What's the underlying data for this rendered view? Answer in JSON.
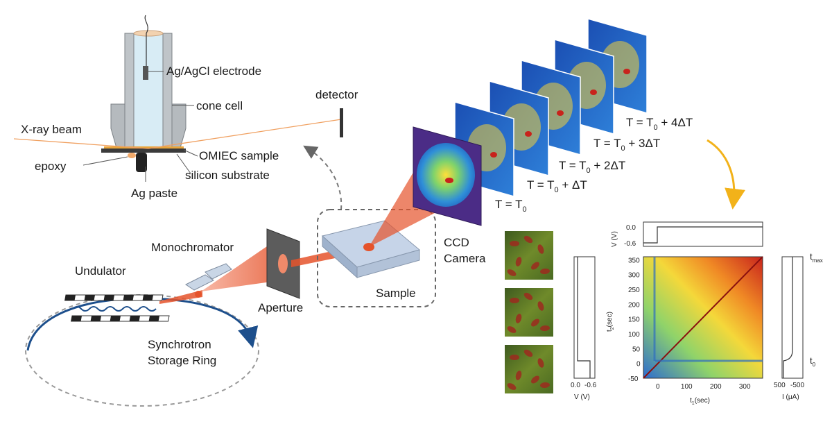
{
  "setup": {
    "electrode": "Ag/AgCl electrode",
    "cone_cell": "cone cell",
    "xray_beam": "X-ray beam",
    "detector": "detector",
    "omiec_sample": "OMIEC sample",
    "epoxy": "epoxy",
    "silicon_substrate": "silicon substrate",
    "ag_paste": "Ag paste"
  },
  "beamline": {
    "monochromator": "Monochromator",
    "undulator": "Undulator",
    "aperture": "Aperture",
    "sample": "Sample",
    "ring_line1": "Synchrotron",
    "ring_line2": "Storage Ring",
    "ccd_line1": "CCD",
    "ccd_line2": "Camera"
  },
  "frames": [
    {
      "label": "T = T",
      "sub": "0",
      "suffix": ""
    },
    {
      "label": "T = T",
      "sub": "0",
      "suffix": " + ΔT"
    },
    {
      "label": "T = T",
      "sub": "0",
      "suffix": " + 2ΔT"
    },
    {
      "label": "T = T",
      "sub": "0",
      "suffix": " + 3ΔT"
    },
    {
      "label": "T = T",
      "sub": "0",
      "suffix": " + 4ΔT"
    }
  ],
  "plots": {
    "v_top": {
      "ylabel": "V (V)",
      "ticks": [
        "0.0",
        "-0.6"
      ]
    },
    "v_side": {
      "xlabel": "V (V)",
      "ticks": [
        "0.0",
        "-0.6"
      ]
    },
    "i_side": {
      "xlabel": "I (μA)",
      "ticks": [
        "500",
        "-500"
      ]
    },
    "heatmap": {
      "xlabel": "t",
      "xlabel_sub": "1",
      "xlabel_unit": "(sec)",
      "ylabel": "t",
      "ylabel_sub": "2",
      "ylabel_unit": "(sec)",
      "x_ticks": [
        "0",
        "100",
        "200",
        "300"
      ],
      "y_ticks": [
        "350",
        "300",
        "250",
        "200",
        "150",
        "100",
        "50",
        "0",
        "-50"
      ],
      "t_max": "t",
      "t_max_sub": "max",
      "t_0": "t",
      "t_0_sub": "0"
    }
  },
  "colors": {
    "beam": "#e5532b",
    "ring_arrow": "#1d4f8c",
    "orange_arrow": "#f2b21a",
    "ccd": "#4b2c86",
    "heat_red": "#c8231c",
    "heat_blue": "#2f6fc0"
  }
}
